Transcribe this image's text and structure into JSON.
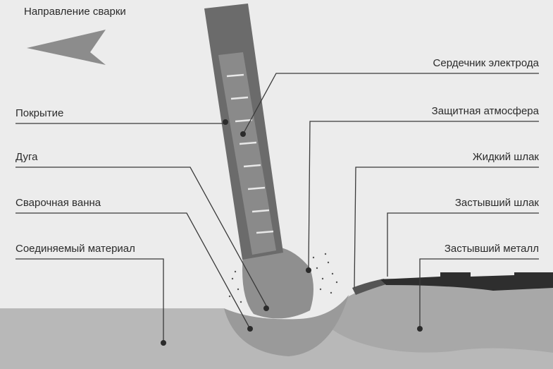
{
  "direction_label": "Направление сварки",
  "labels_left": {
    "coating": "Покрытие",
    "arc": "Дуга",
    "weld_pool": "Сварочная ванна",
    "base_material": "Соединяемый материал"
  },
  "labels_right": {
    "electrode_core": "Сердечник электрода",
    "shielding_gas": "Защитная атмосфера",
    "liquid_slag": "Жидкий шлак",
    "solid_slag": "Застывший шлак",
    "solid_metal": "Застывший металл"
  },
  "colors": {
    "background": "#ececec",
    "base_metal": "#b8b8b8",
    "weld_pool": "#9c9c9c",
    "electrode_coating": "#6b6b6b",
    "electrode_core": "#8a8a8a",
    "arc": "#8f8f8f",
    "slag": "#2e2e2e",
    "leader_line": "#3a3a3a"
  }
}
